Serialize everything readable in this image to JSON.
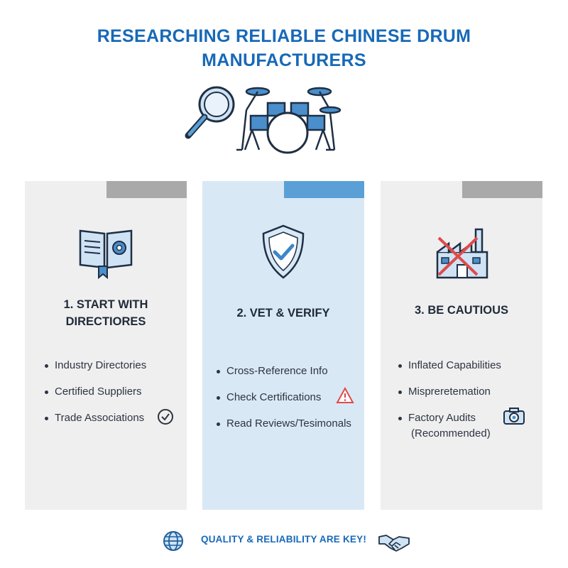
{
  "title": {
    "line1": "RESEARCHING RELIABLE CHINESE DRUM",
    "line2": "MANUFACTURERS"
  },
  "icons": {
    "hero": [
      "magnifier-icon",
      "drum-kit-icon"
    ],
    "card1": "directory-book-gear-icon",
    "card2": "shield-check-icon",
    "card3": "crossed-factory-icon",
    "inline": [
      "check-circle-icon",
      "warning-triangle-icon",
      "camera-icon"
    ],
    "footer": [
      "globe-icon",
      "handshake-icon"
    ]
  },
  "colors": {
    "title": "#1769b8",
    "accent": "#5aa0d6",
    "warning": "#e04a4a",
    "card_bg": "#efeff0",
    "card_mid_bg": "#d9e8f5"
  },
  "cards": [
    {
      "title_line1": "1. START WITH",
      "title_line2": "DIRECTIORES",
      "items": [
        "Industry Directories",
        "Certified Suppliers",
        "Trade Associations"
      ]
    },
    {
      "title_line1": "2. VET & VERIFY",
      "items": [
        "Cross-Reference Info",
        "Check Certifications",
        "Read Reviews/Tesimonals"
      ]
    },
    {
      "title_line1": "3. BE CAUTIOUS",
      "items": [
        "Inflated Capabilities",
        "Mispreretemation",
        "Factory Audits",
        "(Recommended)"
      ]
    }
  ],
  "footer": {
    "text": "QUALITY & RELIABILITY ARE KEY!"
  }
}
